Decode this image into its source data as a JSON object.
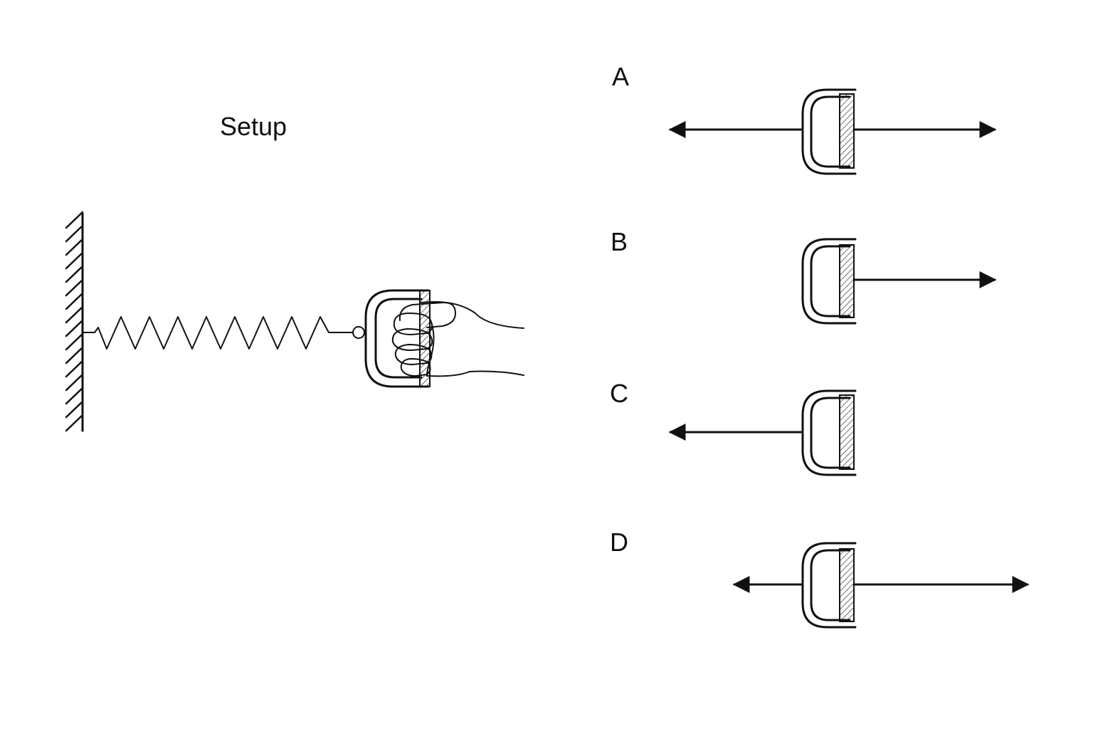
{
  "setup": {
    "title": "Setup"
  },
  "options": [
    {
      "letter": "A",
      "arrows": [
        "left",
        "right"
      ]
    },
    {
      "letter": "B",
      "arrows": [
        "right"
      ]
    },
    {
      "letter": "C",
      "arrows": [
        "left"
      ]
    },
    {
      "letter": "D",
      "arrows": [
        "left",
        "right"
      ]
    }
  ],
  "colors": {
    "ink": "#111111",
    "background": "#ffffff"
  }
}
